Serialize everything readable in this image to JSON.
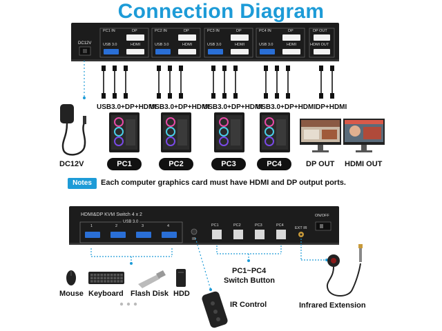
{
  "title": "Connection Diagram",
  "top_device": {
    "power_label": "DC12V",
    "ports": [
      {
        "in": "PC1 IN",
        "dp": "DP",
        "usb": "USB 3.0",
        "hdmi": "HDMI"
      },
      {
        "in": "PC2 IN",
        "dp": "DP",
        "usb": "USB 3.0",
        "hdmi": "HDMI"
      },
      {
        "in": "PC3 IN",
        "dp": "DP",
        "usb": "USB 3.0",
        "hdmi": "HDMI"
      },
      {
        "in": "PC4 IN",
        "dp": "DP",
        "usb": "USB 3.0",
        "hdmi": "HDMI"
      }
    ],
    "out_dp": "DP OUT",
    "out_hdmi": "HDMI OUT"
  },
  "cable_labels": [
    "USB3.0+DP+HDMI",
    "USB3.0+DP+HDMI",
    "USB3.0+DP+HDMI",
    "USB3.0+DP+HDMI",
    "DP+HDMI"
  ],
  "adapter_label": "DC12V",
  "pcs": [
    "PC1",
    "PC2",
    "PC3",
    "PC4"
  ],
  "outputs": {
    "dp": "DP OUT",
    "hdmi": "HDMI OUT"
  },
  "notes": {
    "badge": "Notes",
    "text": "Each computer graphics card must have HDMI and DP output ports."
  },
  "front_device": {
    "name": "HDMI&DP KVM Switch 4 x 2",
    "usb_group": "USB 3.0",
    "usb_numbers": [
      "1",
      "2",
      "3",
      "4"
    ],
    "ir": "IR",
    "pc_buttons": [
      "PC1",
      "PC2",
      "PC3",
      "PC4"
    ],
    "ext_ir": "EXT IR",
    "onoff": "ON/OFF"
  },
  "peripherals": [
    "Mouse",
    "Keyboard",
    "Flash Disk",
    "HDD"
  ],
  "switch_button_label": [
    "PC1~PC4",
    "Switch Button"
  ],
  "ir_control": "IR Control",
  "infrared_extension": "Infrared Extension",
  "colors": {
    "accent": "#1d9bd7",
    "device": "#1c1c1c",
    "port_blue": "#2a6fd6"
  }
}
